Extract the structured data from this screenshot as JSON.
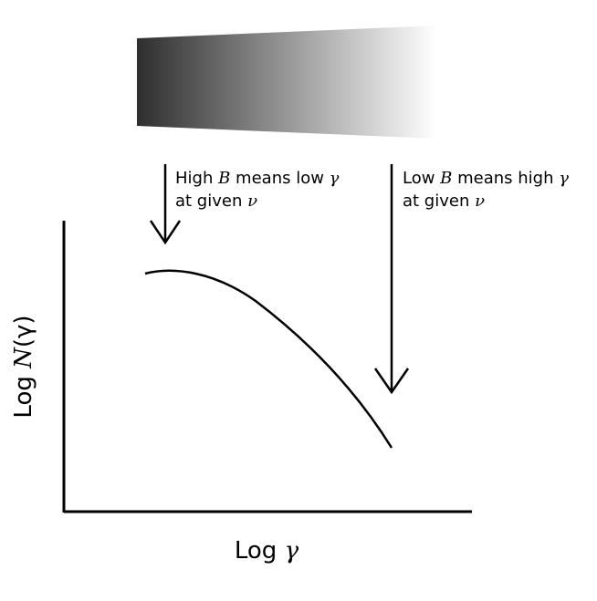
{
  "gradient": {
    "from_color": "#2e2e2e",
    "to_color": "#ffffff"
  },
  "annotations": {
    "left": {
      "line1_pre": "High ",
      "line1_sym": "B",
      "line1_mid": " means low ",
      "line1_sym2": "γ",
      "line2_pre": "at given ",
      "line2_sym": "ν"
    },
    "right": {
      "line1_pre": "Low ",
      "line1_sym": "B",
      "line1_mid": " means high ",
      "line1_sym2": "γ",
      "line2_pre": "at given ",
      "line2_sym": "ν"
    }
  },
  "axes": {
    "y_label_pre": "Log ",
    "y_label_sym": "N",
    "y_label_post": "(γ)",
    "x_label_pre": "Log ",
    "x_label_sym": "γ"
  }
}
